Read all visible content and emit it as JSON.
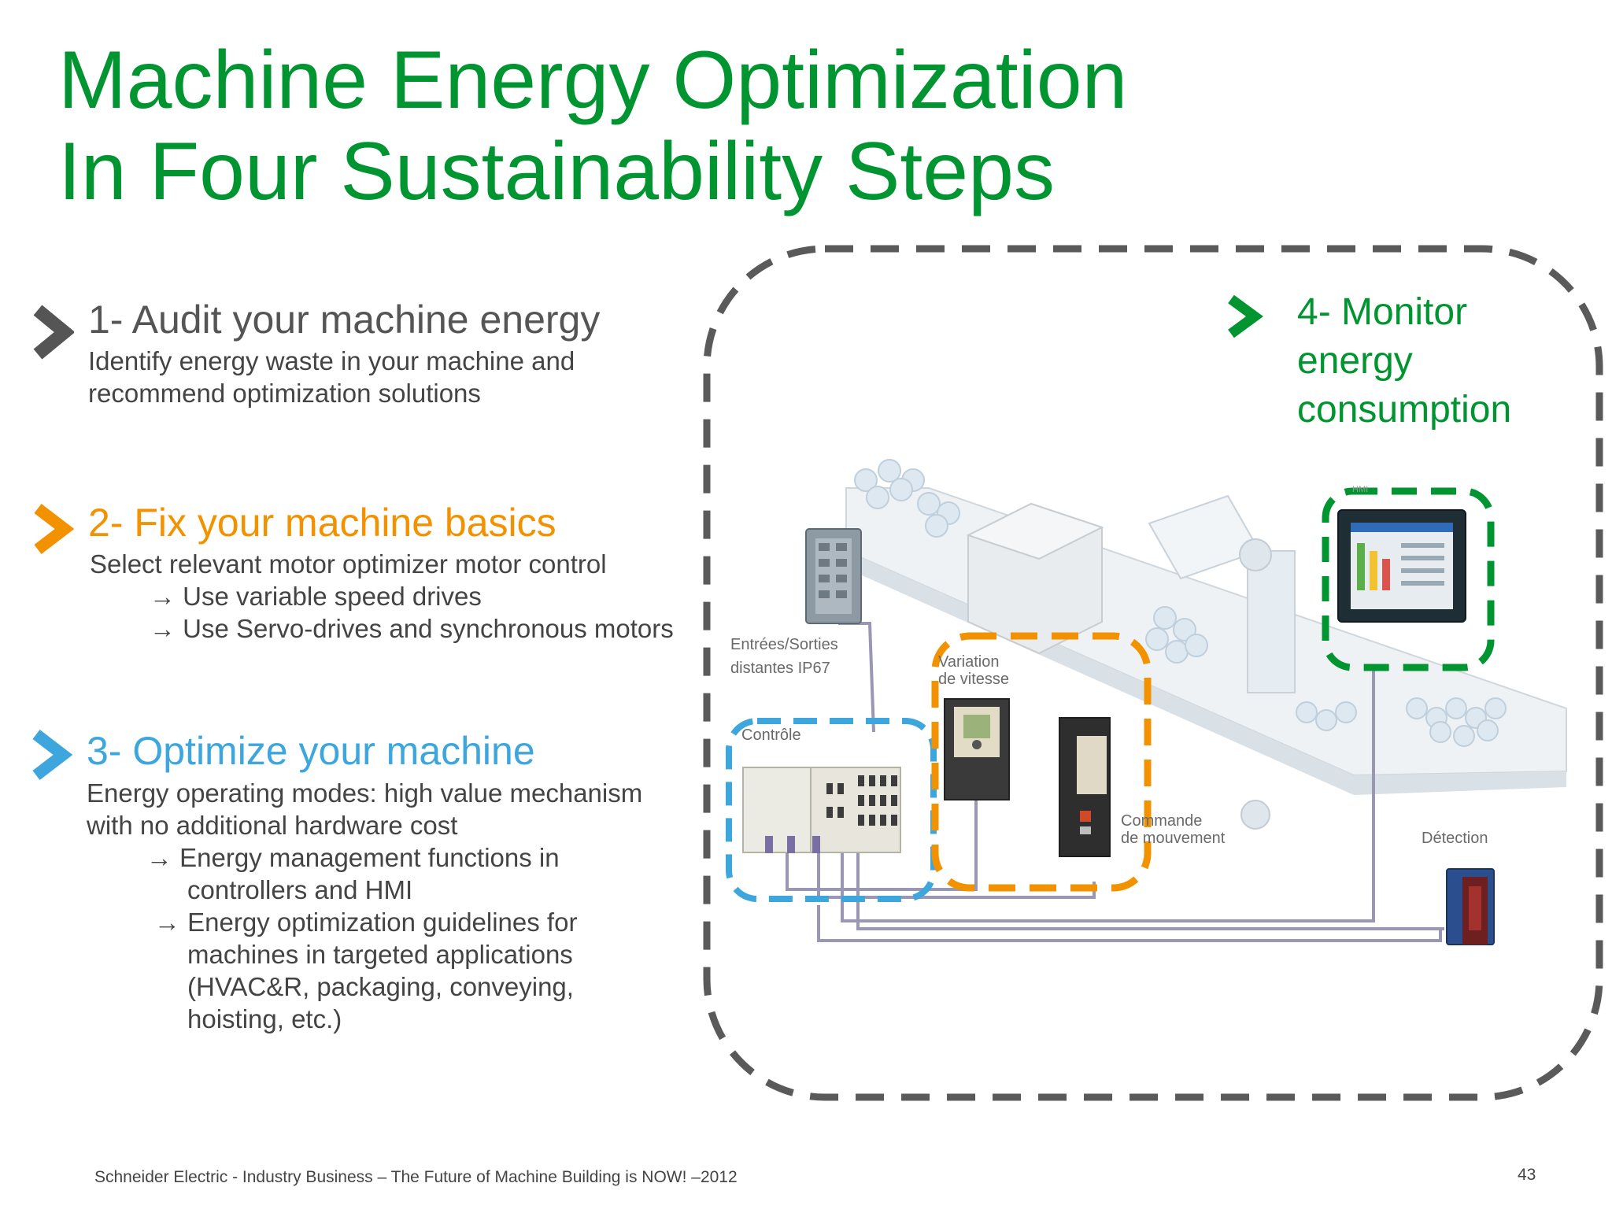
{
  "title": {
    "line1": "Machine Energy Optimization",
    "line2": "In Four Sustainability Steps"
  },
  "colors": {
    "green": "#009530",
    "orange": "#f39200",
    "blue": "#3ca6dd",
    "dark_gray": "#555555",
    "dash_gray": "#5a5a5a"
  },
  "steps": [
    {
      "title": "1- Audit your machine energy",
      "lines": [
        "Identify energy waste in your machine and",
        "recommend optimization solutions"
      ],
      "icon": "chevron-right-icon"
    },
    {
      "title": "2- Fix your machine basics",
      "lines": [
        "Select relevant motor optimizer motor control",
        "→ Use variable speed drives",
        "→ Use Servo-drives and synchronous motors"
      ],
      "icon": "chevron-right-icon"
    },
    {
      "title": "3- Optimize your machine",
      "lines": [
        "Energy operating modes: high value mechanism",
        "with no additional hardware cost",
        "→ Energy management functions in",
        "controllers and HMI",
        "→ Energy optimization guidelines for",
        "machines in targeted applications",
        "(HVAC&R, packaging, conveying,",
        "hoisting, etc.)"
      ],
      "icon": "chevron-right-icon"
    },
    {
      "title_lines": [
        "4- Monitor",
        "energy",
        "consumption"
      ],
      "icon": "chevron-right-icon"
    }
  ],
  "diagram_labels": {
    "remote_io": [
      "Entrées/Sorties",
      "distantes IP67"
    ],
    "speed_variation": [
      "Variation",
      "de vitesse"
    ],
    "control": "Contrôle",
    "motion_control": [
      "Commande",
      "de mouvement"
    ],
    "detection": "Détection",
    "hmi": "HMI"
  },
  "footer": {
    "text": "Schneider Electric - Industry Business – The Future of Machine Building is NOW! –2012",
    "page": "43"
  }
}
